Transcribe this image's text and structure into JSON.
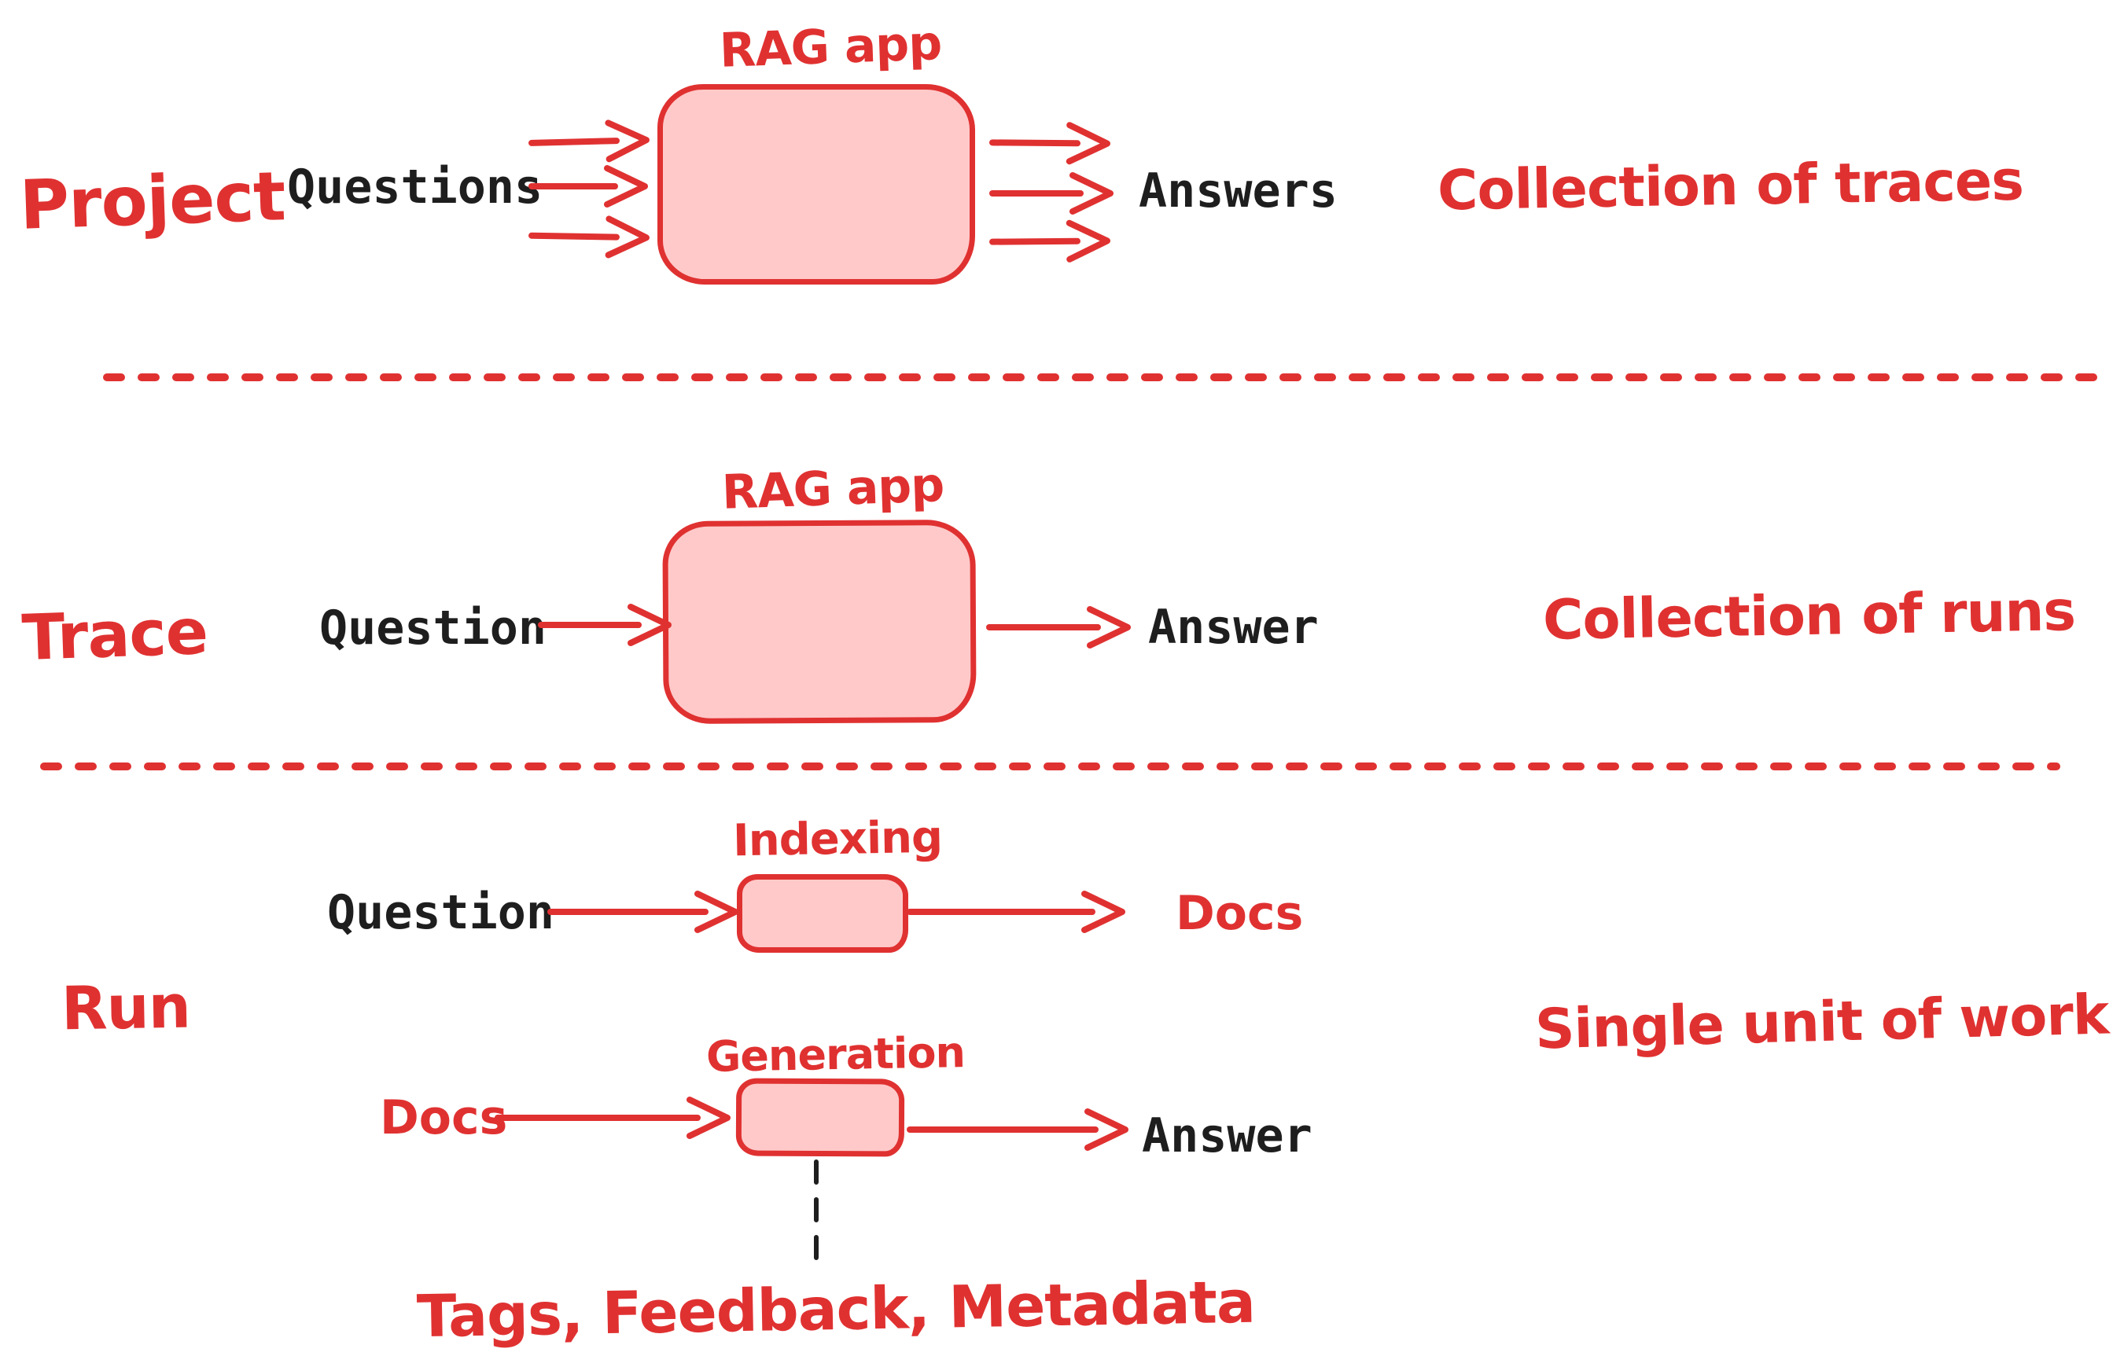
{
  "colors": {
    "accent_red": "#e03131",
    "box_fill_pink": "#ffc9c9",
    "ink_black": "#1e1e1e",
    "background": "#ffffff"
  },
  "sections": {
    "project": {
      "level_label": "Project",
      "input_label": "Questions",
      "box_label": "RAG app",
      "output_label": "Answers",
      "description": "Collection of traces"
    },
    "trace": {
      "level_label": "Trace",
      "input_label": "Question",
      "box_label": "RAG app",
      "output_label": "Answer",
      "description": "Collection of runs"
    },
    "run": {
      "level_label": "Run",
      "description": "Single unit of work",
      "indexing": {
        "box_label": "Indexing",
        "input_label": "Question",
        "output_label": "Docs"
      },
      "generation": {
        "box_label": "Generation",
        "input_label": "Docs",
        "output_label": "Answer"
      },
      "annotation": "Tags, Feedback, Metadata"
    }
  }
}
